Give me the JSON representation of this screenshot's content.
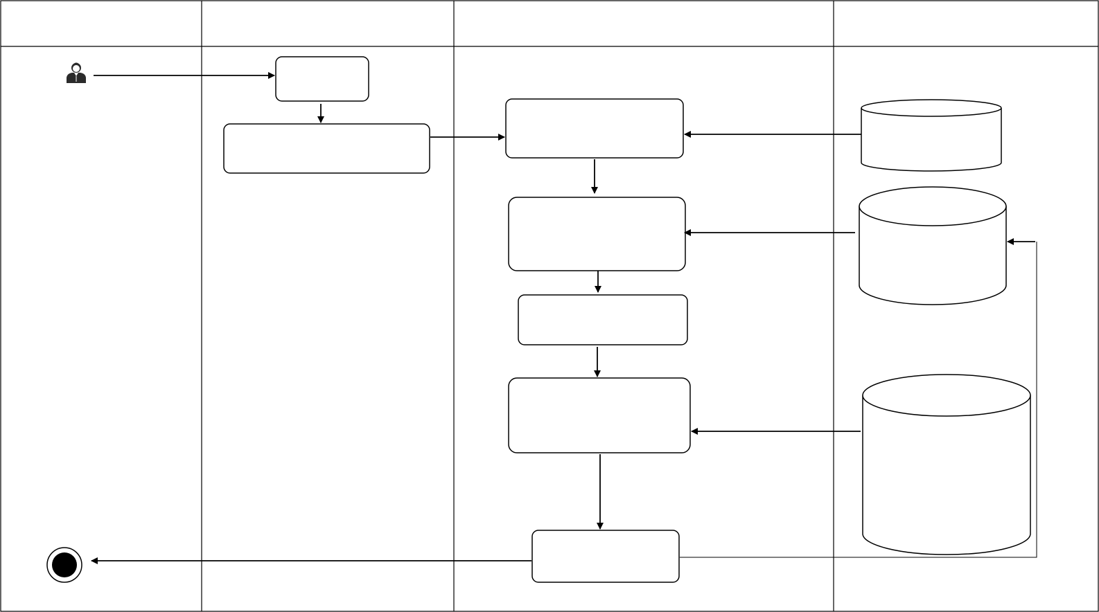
{
  "diagram": {
    "type": "swimlane-activity",
    "colors": {
      "stroke": "#000000",
      "background": "#ffffff",
      "end_node_fill": "#000000",
      "actor_icon": "#2b2b2b"
    },
    "lanes": [
      {
        "id": "lane-1",
        "title": ""
      },
      {
        "id": "lane-2",
        "title": ""
      },
      {
        "id": "lane-3",
        "title": ""
      },
      {
        "id": "lane-4",
        "title": ""
      }
    ],
    "actor": {
      "icon": "user-icon",
      "label": ""
    },
    "process_nodes": [
      {
        "id": "step-1",
        "label": ""
      },
      {
        "id": "step-2",
        "label": ""
      },
      {
        "id": "step-3",
        "label": ""
      },
      {
        "id": "step-4",
        "label": ""
      },
      {
        "id": "step-5",
        "label": ""
      },
      {
        "id": "step-6",
        "label": ""
      },
      {
        "id": "step-7",
        "label": ""
      }
    ],
    "data_stores": [
      {
        "id": "store-1",
        "label": ""
      },
      {
        "id": "store-2",
        "label": ""
      },
      {
        "id": "store-3",
        "label": ""
      }
    ],
    "end_node": {
      "icon": "final-state-icon"
    },
    "flows": [
      {
        "from": "actor",
        "to": "step-1"
      },
      {
        "from": "step-1",
        "to": "step-2"
      },
      {
        "from": "step-2",
        "to": "step-3"
      },
      {
        "from": "store-1",
        "to": "step-3"
      },
      {
        "from": "step-3",
        "to": "step-4"
      },
      {
        "from": "store-2",
        "to": "step-4"
      },
      {
        "from": "step-4",
        "to": "step-5"
      },
      {
        "from": "step-5",
        "to": "step-6"
      },
      {
        "from": "store-3",
        "to": "step-6"
      },
      {
        "from": "step-6",
        "to": "step-7"
      },
      {
        "from": "step-7",
        "to": "store-2"
      },
      {
        "from": "step-7",
        "to": "end"
      }
    ]
  }
}
